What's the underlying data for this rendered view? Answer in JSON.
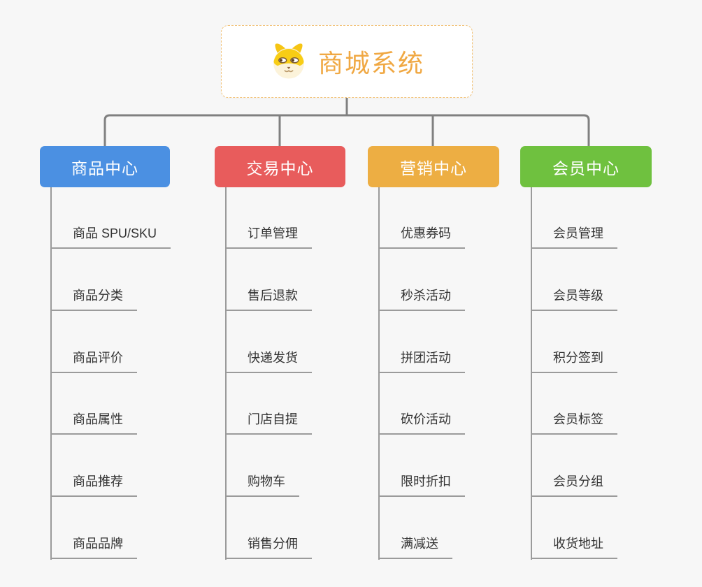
{
  "root": {
    "title": "商城系统",
    "icon": "doge-icon"
  },
  "palette": {
    "background": "#f7f7f7",
    "root_border": "#f2c47c",
    "root_text": "#f0a843",
    "connector_line": "#808080",
    "underline": "#9b9b9b",
    "leaf_text": "#333333"
  },
  "branches": [
    {
      "label": "商品中心",
      "color": "#4b90e2",
      "items": [
        "商品 SPU/SKU",
        "商品分类",
        "商品评价",
        "商品属性",
        "商品推荐",
        "商品品牌"
      ]
    },
    {
      "label": "交易中心",
      "color": "#e85c5c",
      "items": [
        "订单管理",
        "售后退款",
        "快递发货",
        "门店自提",
        "购物车",
        "销售分佣"
      ]
    },
    {
      "label": "营销中心",
      "color": "#edae43",
      "items": [
        "优惠券码",
        "秒杀活动",
        "拼团活动",
        "砍价活动",
        "限时折扣",
        "满减送"
      ]
    },
    {
      "label": "会员中心",
      "color": "#6fc13f",
      "items": [
        "会员管理",
        "会员等级",
        "积分签到",
        "会员标签",
        "会员分组",
        "收货地址"
      ]
    }
  ]
}
